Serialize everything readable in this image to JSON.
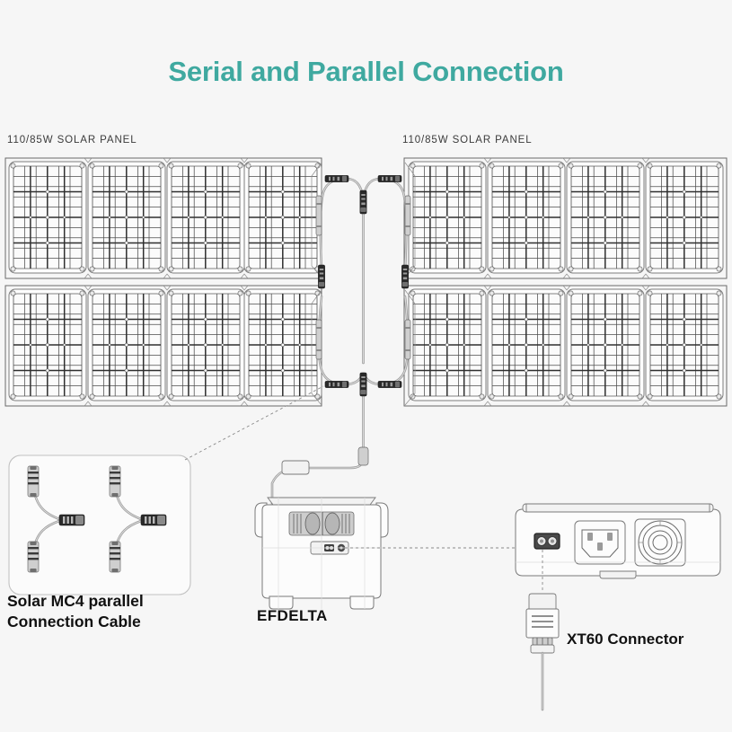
{
  "page": {
    "background_color": "#f6f6f6",
    "title": "Serial and Parallel Connection",
    "title_color": "#3fa9a0"
  },
  "labels": {
    "left_panel": "110/85W SOLAR PANEL",
    "right_panel": "110/85W SOLAR PANEL"
  },
  "captions": {
    "mc4_cable": "Solar MC4 parallel\nConnection Cable",
    "power_station": "EFDELTA",
    "xt60": "XT60 Connector"
  },
  "icons": {
    "mc4_connector": "mc4-connector-icon",
    "xt60_plug": "xt60-plug-icon",
    "ac_inlet": "ac-inlet-icon",
    "dc_round_port": "round-dc-port-icon",
    "vent": "vent-grille-icon"
  },
  "diagram": {
    "solar_arrays": [
      {
        "id": "left-array",
        "rows": 2,
        "sections_per_row": 4,
        "cell_cols": 6,
        "cell_rows": 10
      },
      {
        "id": "right-array",
        "rows": 2,
        "sections_per_row": 4,
        "cell_cols": 6,
        "cell_rows": 10
      }
    ],
    "mc4_splitters": [
      {
        "id": "top-y-splitter",
        "position": "top-center"
      },
      {
        "id": "bottom-y-splitter",
        "position": "bottom-center"
      }
    ],
    "output_cable": {
      "id": "xt60-output-cable",
      "to": "EFDELTA"
    }
  },
  "inset": {
    "id": "mc4-parallel-cable-inset",
    "cables": [
      {
        "id": "mc4-y-cable-left",
        "branches": 2
      },
      {
        "id": "mc4-y-cable-right",
        "branches": 2
      }
    ]
  },
  "port_detail": {
    "id": "efdelta-port-closeup",
    "ports": [
      "xt60-input-port",
      "ac-inlet-port",
      "round-dc-port"
    ]
  }
}
